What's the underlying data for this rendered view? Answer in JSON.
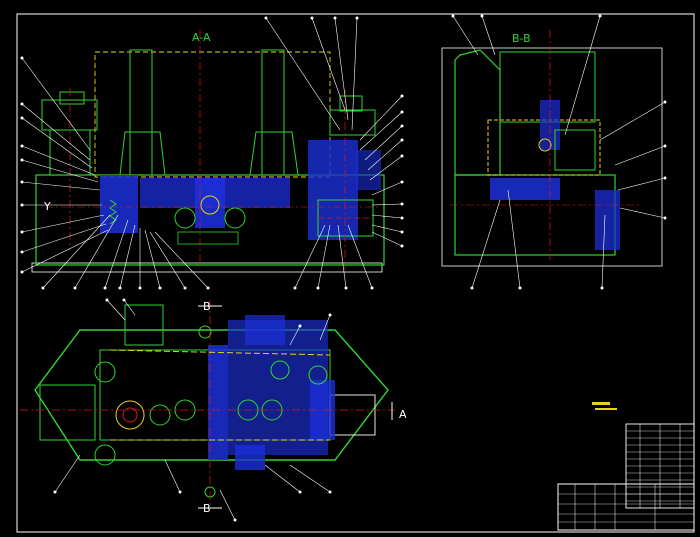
{
  "drawing": {
    "section_a_title": "A-A",
    "section_b_title": "B-B",
    "cut_a_letter": "A",
    "cut_b_top_letter": "B",
    "cut_b_bottom_letter": "B",
    "side_marker": "Y"
  },
  "colors": {
    "background": "#000000",
    "outline": "#2fd62f",
    "hatch_blue": "#1c2fd8",
    "centerline_red": "#e01818",
    "accent_yellow": "#e8d21c",
    "leader_white": "#ffffff",
    "hidden_magenta": "#d040d0"
  }
}
